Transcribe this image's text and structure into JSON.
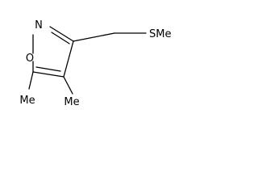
{
  "molecule": {
    "atom_labels": {
      "ring_nitrogen": "N",
      "ring_oxygen": "O",
      "sme_group": "SMe",
      "methyl_c4": "Me",
      "methyl_c5": "Me"
    },
    "colors": {
      "bond": "#000000",
      "text": "#000000",
      "background": "#ffffff"
    }
  }
}
